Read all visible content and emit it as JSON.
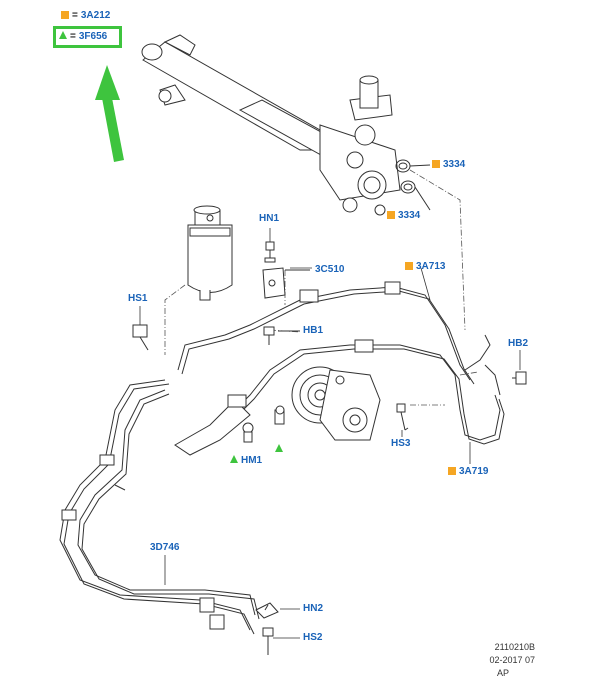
{
  "legend": {
    "square_code": "3A212",
    "triangle_code": "3F656",
    "equals": "="
  },
  "callouts": {
    "c3334_top": "3334",
    "c3334_bottom": "3334",
    "hn1": "HN1",
    "c3c510": "3C510",
    "c3a713": "3A713",
    "hs1": "HS1",
    "hb1": "HB1",
    "hb2": "HB2",
    "hs3": "HS3",
    "hm1": "HM1",
    "c3a719": "3A719",
    "c3d746": "3D746",
    "hn2": "HN2",
    "hs2": "HS2"
  },
  "footer": {
    "ref": "2110210B",
    "date": "02-2017 07",
    "code": "AP"
  },
  "colors": {
    "label_blue": "#1a63b8",
    "square_orange": "#f5a623",
    "highlight_green": "#3ec43e",
    "line_gray": "#333333"
  }
}
